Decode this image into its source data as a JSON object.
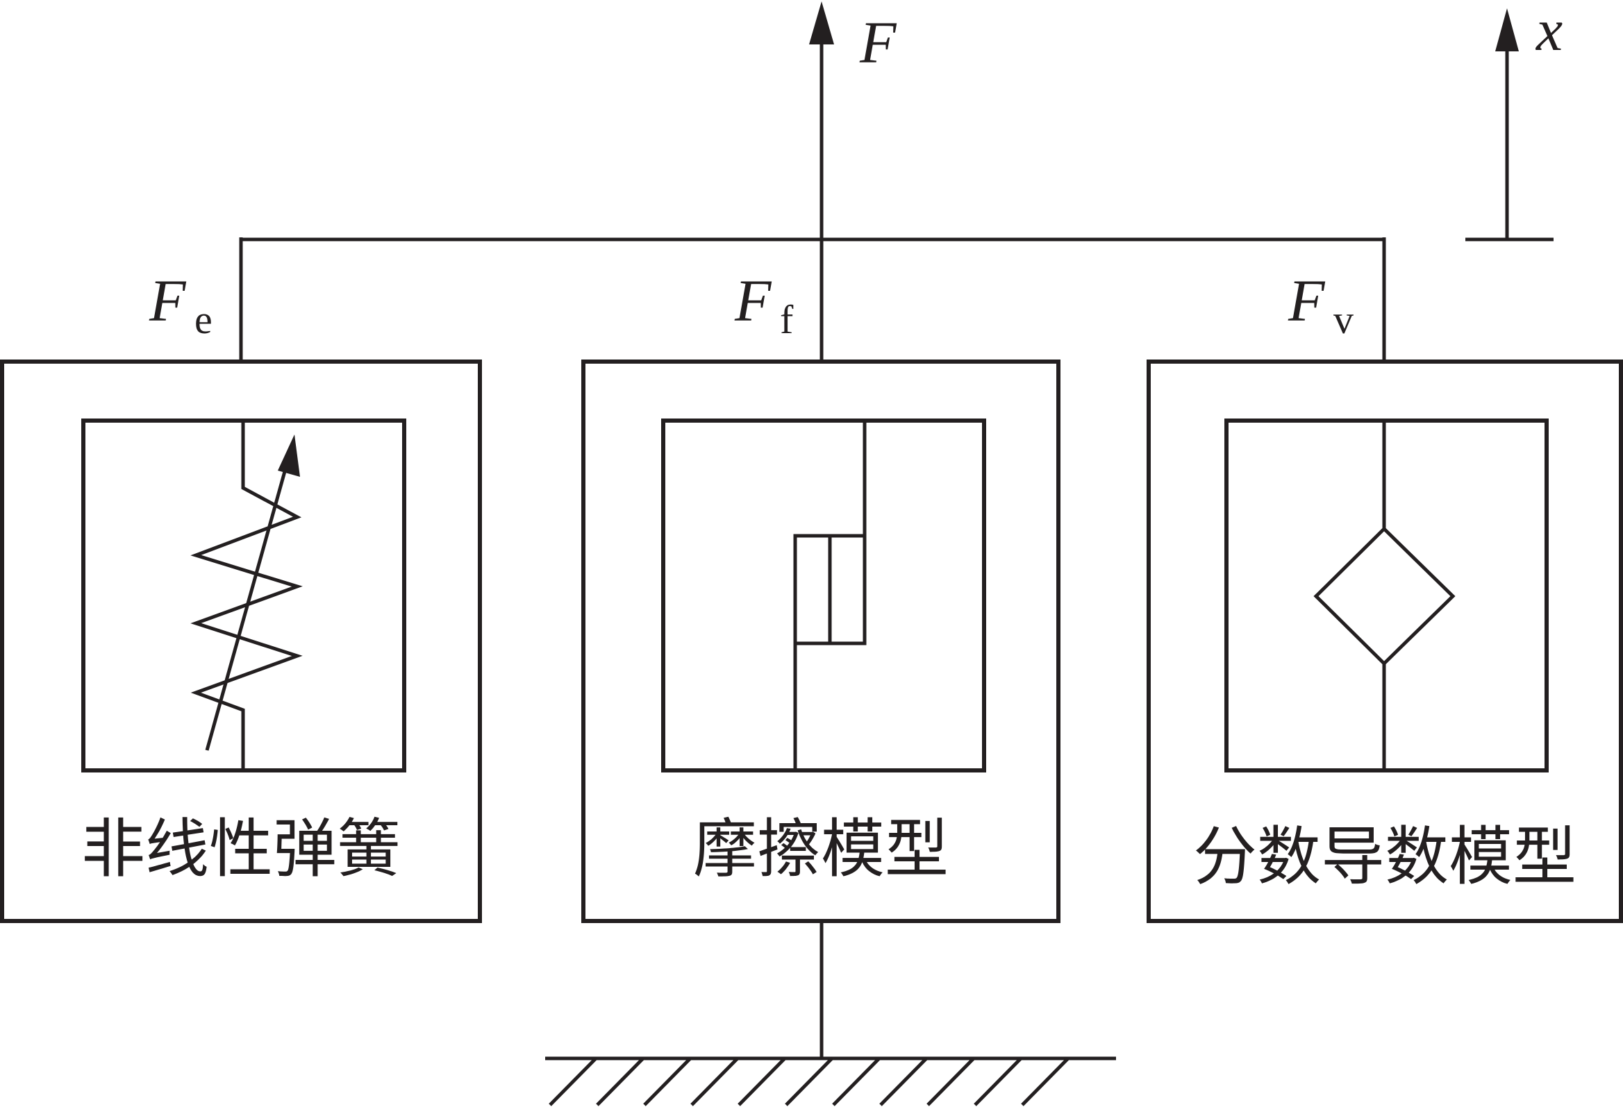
{
  "symbols": {
    "total_force": "F",
    "displacement": "x",
    "elastic_force": {
      "base": "F",
      "sub": "e"
    },
    "friction_force": {
      "base": "F",
      "sub": "f"
    },
    "viscous_force": {
      "base": "F",
      "sub": "v"
    }
  },
  "blocks": [
    {
      "id": "spring",
      "label": "非线性弹簧"
    },
    {
      "id": "friction",
      "label": "摩擦模型"
    },
    {
      "id": "fractional",
      "label": "分数导数模型"
    }
  ],
  "colors": {
    "line": "#231f20",
    "background": "#ffffff"
  }
}
